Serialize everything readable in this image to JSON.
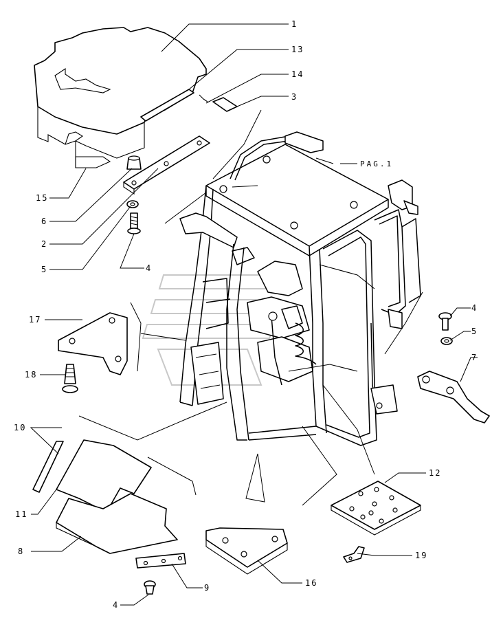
{
  "figure": {
    "type": "exploded parts diagram",
    "page_ref": "PAG.1",
    "callouts": [
      "1",
      "13",
      "14",
      "3",
      "15",
      "6",
      "2",
      "5",
      "4",
      "17",
      "18",
      "10",
      "11",
      "8",
      "9",
      "4",
      "16",
      "19",
      "12",
      "7",
      "5",
      "4"
    ]
  }
}
